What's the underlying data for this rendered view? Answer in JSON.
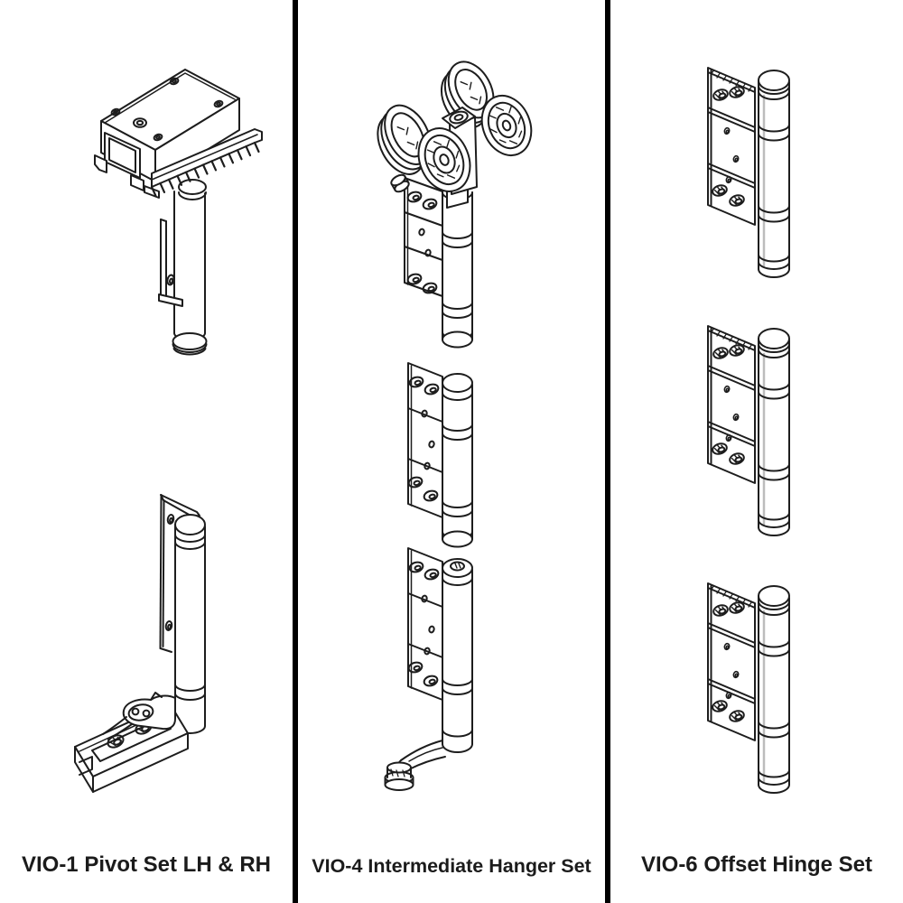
{
  "title": "Sliding door hardware sets – technical line illustrations",
  "colors": {
    "background": "#ffffff",
    "divider": "#000000",
    "line_art": "#1d1d1d",
    "text": "#1b1b1b"
  },
  "panels": [
    {
      "id": "vio-1",
      "caption": "VIO-1 Pivot Set LH & RH",
      "illustrations": [
        {
          "name": "top-pivot-drawing",
          "alt": "Top pivot box with toothed mounting plate and spindle"
        },
        {
          "name": "bottom-pivot-drawing",
          "alt": "Bottom pivot post with bearing arm and floor track"
        }
      ]
    },
    {
      "id": "vio-4",
      "caption": "VIO-4 Intermediate Hanger Set",
      "illustrations": [
        {
          "name": "hanger-drawing",
          "alt": "Four-wheel hanger trolley with stacked hinge column and floor guide bolt"
        }
      ]
    },
    {
      "id": "vio-6",
      "caption": "VIO-6 Offset Hinge Set",
      "illustrations": [
        {
          "name": "offset-hinge-drawing",
          "alt": "Offset hinge with leaf plate and barrel"
        },
        {
          "name": "offset-hinge-drawing",
          "alt": "Offset hinge with leaf plate and barrel"
        },
        {
          "name": "offset-hinge-drawing",
          "alt": "Offset hinge with leaf plate and barrel"
        }
      ]
    }
  ]
}
